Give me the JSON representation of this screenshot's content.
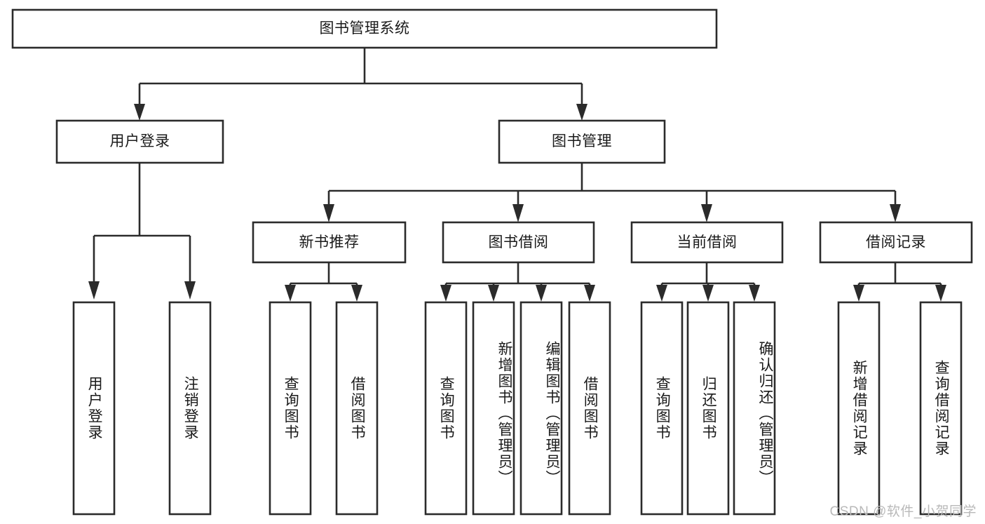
{
  "diagram": {
    "type": "tree-hierarchy",
    "orientation": "top-down",
    "colors": {
      "stroke": "#2b2b2b",
      "fill": "#ffffff",
      "text": "#1a1a1a",
      "watermark": "#b9b9b9"
    },
    "root": {
      "label": "图书管理系统"
    },
    "level2": [
      {
        "label": "用户登录"
      },
      {
        "label": "图书管理"
      }
    ],
    "level3": [
      {
        "label": "新书推荐"
      },
      {
        "label": "图书借阅"
      },
      {
        "label": "当前借阅"
      },
      {
        "label": "借阅记录"
      }
    ],
    "leaves": {
      "user_login": [
        {
          "label": "用户登录"
        },
        {
          "label": "注销登录"
        }
      ],
      "new_book_recommend": [
        {
          "label": "查询图书"
        },
        {
          "label": "借阅图书"
        }
      ],
      "book_borrow": [
        {
          "label": "查询图书"
        },
        {
          "label": "新增图书（管理员）"
        },
        {
          "label": "编辑图书（管理员）"
        },
        {
          "label": "借阅图书"
        }
      ],
      "current_borrow": [
        {
          "label": "查询图书"
        },
        {
          "label": "归还图书"
        },
        {
          "label": "确认归还（管理员）"
        }
      ],
      "borrow_record": [
        {
          "label": "新增借阅记录"
        },
        {
          "label": "查询借阅记录"
        }
      ]
    }
  },
  "watermark": {
    "text": "CSDN @软件_小贺同学"
  }
}
